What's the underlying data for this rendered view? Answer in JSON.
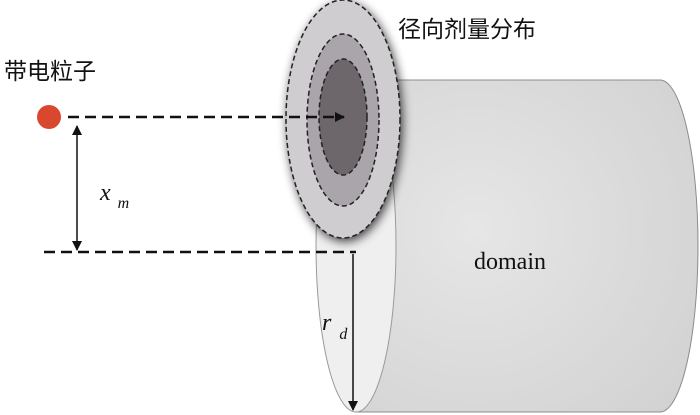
{
  "labels": {
    "particle": "带电粒子",
    "radial_dose": "径向剂量分布",
    "domain": "domain",
    "xm_main": "x",
    "xm_sub": "m",
    "rd_main": "r",
    "rd_sub": "d"
  },
  "colors": {
    "particle": "#d9472f",
    "cylinder_body": "#dedede",
    "cylinder_face": "#efefef",
    "dose_outer": "#d0cdd0",
    "dose_middle": "#a9a5aa",
    "dose_inner": "#6d676c",
    "line": "#111111"
  }
}
